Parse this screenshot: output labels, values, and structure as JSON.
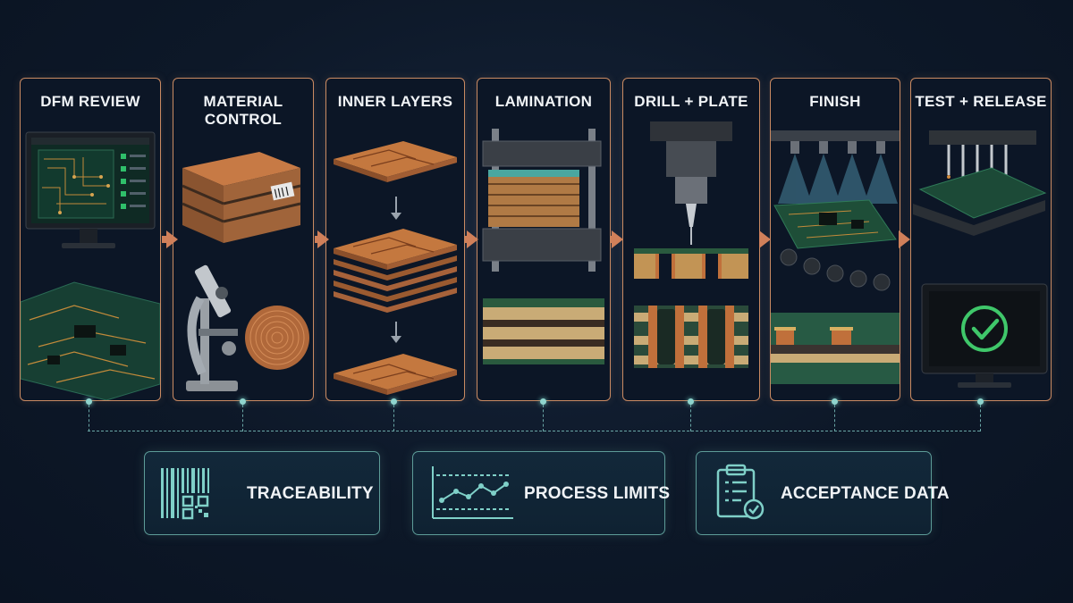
{
  "stages": [
    {
      "title": "DFM REVIEW"
    },
    {
      "title": "MATERIAL CONTROL"
    },
    {
      "title": "INNER LAYERS"
    },
    {
      "title": "LAMINATION"
    },
    {
      "title": "DRILL + PLATE"
    },
    {
      "title": "FINISH"
    },
    {
      "title": "TEST + RELEASE"
    }
  ],
  "cards": [
    {
      "label": "TRACEABILITY",
      "icon": "barcode-qr-icon"
    },
    {
      "label": "PROCESS LIMITS",
      "icon": "control-chart-icon"
    },
    {
      "label": "ACCEPTANCE DATA",
      "icon": "clipboard-check-icon"
    }
  ],
  "colors": {
    "background": "#0d1828",
    "stage_border": "#c98a62",
    "arrow": "#d0805a",
    "card_border": "#5d9c98",
    "connector": "#6aa6a6",
    "copper": "#b8693a",
    "pcb_green": "#1f4a3a",
    "check_green": "#3fc76a"
  }
}
